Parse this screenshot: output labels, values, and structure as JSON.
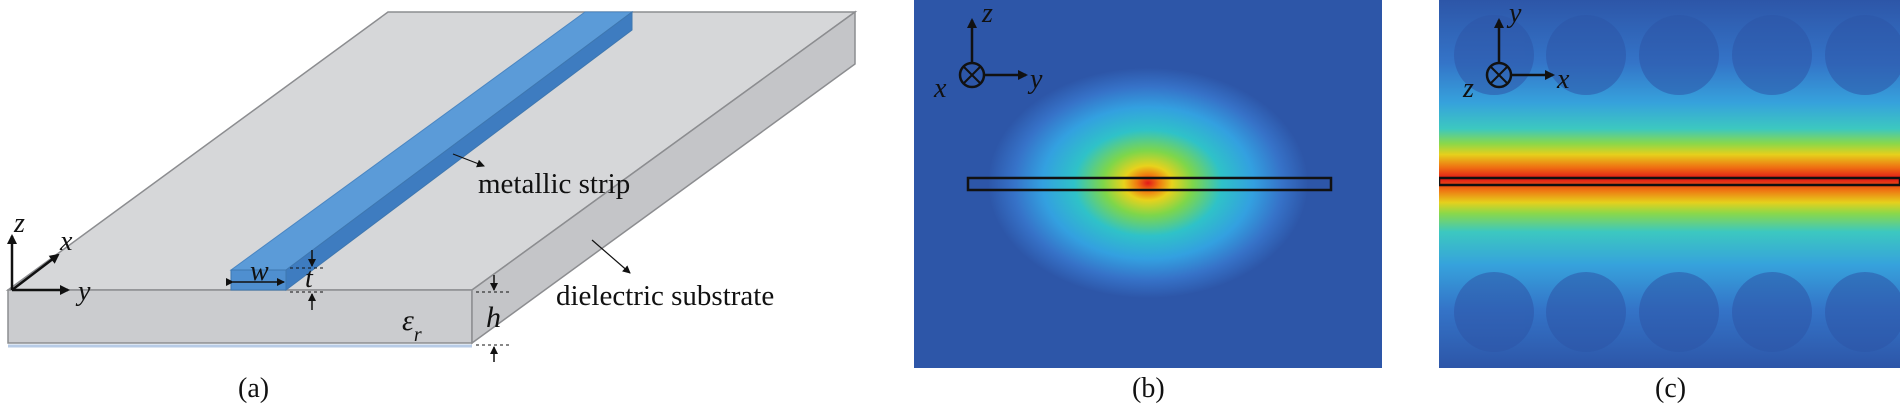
{
  "panel_a": {
    "caption": "(a)",
    "strip_label": "metallic strip",
    "substrate_label": "dielectric substrate",
    "dim_w": "w",
    "dim_t": "t",
    "dim_h": "h",
    "eps_main": "ε",
    "eps_sub": "r",
    "axis_z": "z",
    "axis_x": "x",
    "axis_y": "y",
    "colors": {
      "substrate_top": "#d4d5d7",
      "substrate_side": "#c8c9cb",
      "strip": "#4f8fd0",
      "strip_top": "#5b9bd8"
    }
  },
  "panel_b": {
    "caption": "(b)",
    "axis_z": "z",
    "axis_x": "x",
    "axis_y": "y",
    "colors": {
      "background": "#2d56a8",
      "hot": "#e8241b"
    }
  },
  "panel_c": {
    "caption": "(c)",
    "axis_y": "y",
    "axis_z": "z",
    "axis_x": "x",
    "colors": {
      "background": "#2d56a8",
      "hot": "#e8241b"
    }
  }
}
